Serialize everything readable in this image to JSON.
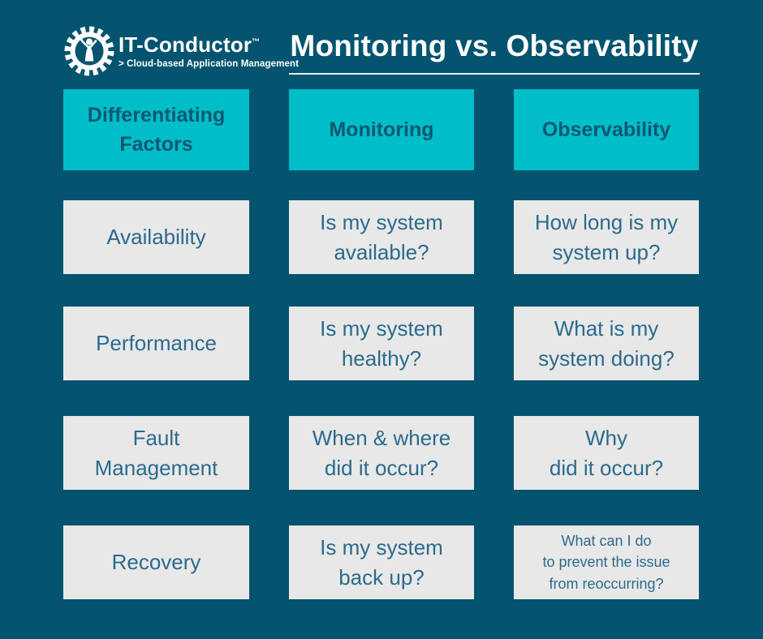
{
  "brand": {
    "name": "IT-Conductor",
    "trademark": "™",
    "tagline": "> Cloud-based Application Management",
    "logo_icon": "gear-conductor-icon"
  },
  "title": "Monitoring vs. Observability",
  "colors": {
    "background": "#05546F",
    "accent_teal": "#00BEC8",
    "header_text": "#0D5774",
    "cell_background": "#E9E8E8",
    "cell_text": "#2A6B8D",
    "title_text": "#FFFFFF"
  },
  "table": {
    "headers": [
      "Differentiating\nFactors",
      "Monitoring",
      "Observability"
    ],
    "rows": [
      {
        "factor": "Availability",
        "monitoring": "Is my system\navailable?",
        "observability": "How long is my\nsystem up?"
      },
      {
        "factor": "Performance",
        "monitoring": "Is my system\nhealthy?",
        "observability": "What is my\nsystem doing?"
      },
      {
        "factor": "Fault\nManagement",
        "monitoring": "When & where\ndid it occur?",
        "observability": "Why\ndid it occur?"
      },
      {
        "factor": "Recovery",
        "monitoring": "Is my system\nback up?",
        "observability": "What can I do\nto prevent the issue\nfrom reoccurring?"
      }
    ]
  }
}
